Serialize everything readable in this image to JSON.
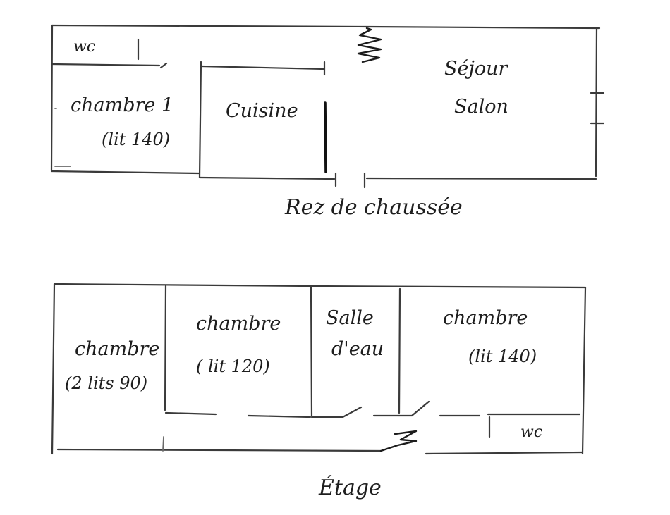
{
  "ground_floor": {
    "title": "Rez de chaussée",
    "rooms": {
      "wc": "wc",
      "bedroom_1": {
        "name": "chambre 1",
        "bed": "(lit 140)"
      },
      "kitchen": "Cuisine",
      "living_room": {
        "line1": "Séjour",
        "line2": "Salon"
      }
    }
  },
  "upper_floor": {
    "title": "Étage",
    "rooms": {
      "bedroom_a": {
        "name": "chambre",
        "bed": "(2 lits 90)"
      },
      "bedroom_b": {
        "name": "chambre",
        "bed": "( lit 120)"
      },
      "shower_room": {
        "line1": "Salle",
        "line2": "d'eau"
      },
      "bedroom_c": {
        "name": "chambre",
        "bed": "(lit 140)"
      },
      "wc": "wc"
    }
  }
}
